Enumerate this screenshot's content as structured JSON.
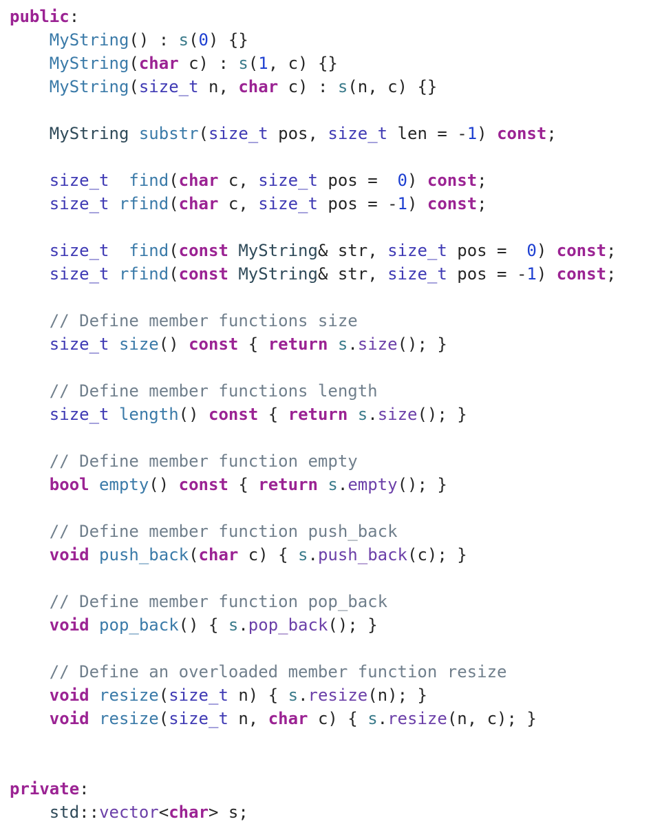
{
  "editor": {
    "colors": {
      "background": "#ffffff",
      "keyword": "#9b2393",
      "type": "#3f3ab4",
      "function_decl": "#3a7aa8",
      "function_call": "#6b3fa8",
      "member": "#3a7a8a",
      "class_name": "#2f4a59",
      "number": "#1d3fd1",
      "comment": "#707f8c",
      "plain": "#262626"
    },
    "lines": [
      {
        "tokens": [
          [
            "kw",
            "public"
          ],
          [
            "pl",
            ":"
          ]
        ]
      },
      {
        "tokens": [
          [
            "pl",
            "    "
          ],
          [
            "fn",
            "MyString"
          ],
          [
            "pl",
            "() : "
          ],
          [
            "mem",
            "s"
          ],
          [
            "pl",
            "("
          ],
          [
            "num",
            "0"
          ],
          [
            "pl",
            ") {}"
          ]
        ]
      },
      {
        "tokens": [
          [
            "pl",
            "    "
          ],
          [
            "fn",
            "MyString"
          ],
          [
            "pl",
            "("
          ],
          [
            "kw",
            "char"
          ],
          [
            "pl",
            " c) : "
          ],
          [
            "mem",
            "s"
          ],
          [
            "pl",
            "("
          ],
          [
            "num",
            "1"
          ],
          [
            "pl",
            ", c) {}"
          ]
        ]
      },
      {
        "tokens": [
          [
            "pl",
            "    "
          ],
          [
            "fn",
            "MyString"
          ],
          [
            "pl",
            "("
          ],
          [
            "ty",
            "size_t"
          ],
          [
            "pl",
            " n, "
          ],
          [
            "kw",
            "char"
          ],
          [
            "pl",
            " c) : "
          ],
          [
            "mem",
            "s"
          ],
          [
            "pl",
            "(n, c) {}"
          ]
        ]
      },
      {
        "tokens": []
      },
      {
        "tokens": [
          [
            "pl",
            "    "
          ],
          [
            "cls",
            "MyString"
          ],
          [
            "pl",
            " "
          ],
          [
            "fn",
            "substr"
          ],
          [
            "pl",
            "("
          ],
          [
            "ty",
            "size_t"
          ],
          [
            "pl",
            " pos, "
          ],
          [
            "ty",
            "size_t"
          ],
          [
            "pl",
            " len = -"
          ],
          [
            "num",
            "1"
          ],
          [
            "pl",
            ") "
          ],
          [
            "kw",
            "const"
          ],
          [
            "pl",
            ";"
          ]
        ]
      },
      {
        "tokens": []
      },
      {
        "tokens": [
          [
            "pl",
            "    "
          ],
          [
            "ty",
            "size_t"
          ],
          [
            "pl",
            "  "
          ],
          [
            "fn",
            "find"
          ],
          [
            "pl",
            "("
          ],
          [
            "kw",
            "char"
          ],
          [
            "pl",
            " c, "
          ],
          [
            "ty",
            "size_t"
          ],
          [
            "pl",
            " pos =  "
          ],
          [
            "num",
            "0"
          ],
          [
            "pl",
            ") "
          ],
          [
            "kw",
            "const"
          ],
          [
            "pl",
            ";"
          ]
        ]
      },
      {
        "tokens": [
          [
            "pl",
            "    "
          ],
          [
            "ty",
            "size_t"
          ],
          [
            "pl",
            " "
          ],
          [
            "fn",
            "rfind"
          ],
          [
            "pl",
            "("
          ],
          [
            "kw",
            "char"
          ],
          [
            "pl",
            " c, "
          ],
          [
            "ty",
            "size_t"
          ],
          [
            "pl",
            " pos = -"
          ],
          [
            "num",
            "1"
          ],
          [
            "pl",
            ") "
          ],
          [
            "kw",
            "const"
          ],
          [
            "pl",
            ";"
          ]
        ]
      },
      {
        "tokens": []
      },
      {
        "tokens": [
          [
            "pl",
            "    "
          ],
          [
            "ty",
            "size_t"
          ],
          [
            "pl",
            "  "
          ],
          [
            "fn",
            "find"
          ],
          [
            "pl",
            "("
          ],
          [
            "kw",
            "const"
          ],
          [
            "pl",
            " "
          ],
          [
            "cls",
            "MyString"
          ],
          [
            "pl",
            "& str, "
          ],
          [
            "ty",
            "size_t"
          ],
          [
            "pl",
            " pos =  "
          ],
          [
            "num",
            "0"
          ],
          [
            "pl",
            ") "
          ],
          [
            "kw",
            "const"
          ],
          [
            "pl",
            ";"
          ]
        ]
      },
      {
        "tokens": [
          [
            "pl",
            "    "
          ],
          [
            "ty",
            "size_t"
          ],
          [
            "pl",
            " "
          ],
          [
            "fn",
            "rfind"
          ],
          [
            "pl",
            "("
          ],
          [
            "kw",
            "const"
          ],
          [
            "pl",
            " "
          ],
          [
            "cls",
            "MyString"
          ],
          [
            "pl",
            "& str, "
          ],
          [
            "ty",
            "size_t"
          ],
          [
            "pl",
            " pos = -"
          ],
          [
            "num",
            "1"
          ],
          [
            "pl",
            ") "
          ],
          [
            "kw",
            "const"
          ],
          [
            "pl",
            ";"
          ]
        ]
      },
      {
        "tokens": []
      },
      {
        "tokens": [
          [
            "pl",
            "    "
          ],
          [
            "cmt",
            "// Define member functions size"
          ]
        ]
      },
      {
        "tokens": [
          [
            "pl",
            "    "
          ],
          [
            "ty",
            "size_t"
          ],
          [
            "pl",
            " "
          ],
          [
            "fn",
            "size"
          ],
          [
            "pl",
            "() "
          ],
          [
            "kw",
            "const"
          ],
          [
            "pl",
            " { "
          ],
          [
            "kw",
            "return"
          ],
          [
            "pl",
            " "
          ],
          [
            "mem",
            "s"
          ],
          [
            "pl",
            "."
          ],
          [
            "fc",
            "size"
          ],
          [
            "pl",
            "(); }"
          ]
        ]
      },
      {
        "tokens": []
      },
      {
        "tokens": [
          [
            "pl",
            "    "
          ],
          [
            "cmt",
            "// Define member functions length"
          ]
        ]
      },
      {
        "tokens": [
          [
            "pl",
            "    "
          ],
          [
            "ty",
            "size_t"
          ],
          [
            "pl",
            " "
          ],
          [
            "fn",
            "length"
          ],
          [
            "pl",
            "() "
          ],
          [
            "kw",
            "const"
          ],
          [
            "pl",
            " { "
          ],
          [
            "kw",
            "return"
          ],
          [
            "pl",
            " "
          ],
          [
            "mem",
            "s"
          ],
          [
            "pl",
            "."
          ],
          [
            "fc",
            "size"
          ],
          [
            "pl",
            "(); }"
          ]
        ]
      },
      {
        "tokens": []
      },
      {
        "tokens": [
          [
            "pl",
            "    "
          ],
          [
            "cmt",
            "// Define member function empty"
          ]
        ]
      },
      {
        "tokens": [
          [
            "pl",
            "    "
          ],
          [
            "kw",
            "bool"
          ],
          [
            "pl",
            " "
          ],
          [
            "fn",
            "empty"
          ],
          [
            "pl",
            "() "
          ],
          [
            "kw",
            "const"
          ],
          [
            "pl",
            " { "
          ],
          [
            "kw",
            "return"
          ],
          [
            "pl",
            " "
          ],
          [
            "mem",
            "s"
          ],
          [
            "pl",
            "."
          ],
          [
            "fc",
            "empty"
          ],
          [
            "pl",
            "(); }"
          ]
        ]
      },
      {
        "tokens": []
      },
      {
        "tokens": [
          [
            "pl",
            "    "
          ],
          [
            "cmt",
            "// Define member function push_back"
          ]
        ]
      },
      {
        "tokens": [
          [
            "pl",
            "    "
          ],
          [
            "kw",
            "void"
          ],
          [
            "pl",
            " "
          ],
          [
            "fn",
            "push_back"
          ],
          [
            "pl",
            "("
          ],
          [
            "kw",
            "char"
          ],
          [
            "pl",
            " c) { "
          ],
          [
            "mem",
            "s"
          ],
          [
            "pl",
            "."
          ],
          [
            "fc",
            "push_back"
          ],
          [
            "pl",
            "(c); }"
          ]
        ]
      },
      {
        "tokens": []
      },
      {
        "tokens": [
          [
            "pl",
            "    "
          ],
          [
            "cmt",
            "// Define member function pop_back"
          ]
        ]
      },
      {
        "tokens": [
          [
            "pl",
            "    "
          ],
          [
            "kw",
            "void"
          ],
          [
            "pl",
            " "
          ],
          [
            "fn",
            "pop_back"
          ],
          [
            "pl",
            "() { "
          ],
          [
            "mem",
            "s"
          ],
          [
            "pl",
            "."
          ],
          [
            "fc",
            "pop_back"
          ],
          [
            "pl",
            "(); }"
          ]
        ]
      },
      {
        "tokens": []
      },
      {
        "tokens": [
          [
            "pl",
            "    "
          ],
          [
            "cmt",
            "// Define an overloaded member function resize"
          ]
        ]
      },
      {
        "tokens": [
          [
            "pl",
            "    "
          ],
          [
            "kw",
            "void"
          ],
          [
            "pl",
            " "
          ],
          [
            "fn",
            "resize"
          ],
          [
            "pl",
            "("
          ],
          [
            "ty",
            "size_t"
          ],
          [
            "pl",
            " n) { "
          ],
          [
            "mem",
            "s"
          ],
          [
            "pl",
            "."
          ],
          [
            "fc",
            "resize"
          ],
          [
            "pl",
            "(n); }"
          ]
        ]
      },
      {
        "tokens": [
          [
            "pl",
            "    "
          ],
          [
            "kw",
            "void"
          ],
          [
            "pl",
            " "
          ],
          [
            "fn",
            "resize"
          ],
          [
            "pl",
            "("
          ],
          [
            "ty",
            "size_t"
          ],
          [
            "pl",
            " n, "
          ],
          [
            "kw",
            "char"
          ],
          [
            "pl",
            " c) { "
          ],
          [
            "mem",
            "s"
          ],
          [
            "pl",
            "."
          ],
          [
            "fc",
            "resize"
          ],
          [
            "pl",
            "(n, c); }"
          ]
        ]
      },
      {
        "tokens": []
      },
      {
        "tokens": []
      },
      {
        "tokens": [
          [
            "kw",
            "private"
          ],
          [
            "pl",
            ":"
          ]
        ]
      },
      {
        "tokens": [
          [
            "pl",
            "    "
          ],
          [
            "ns",
            "std"
          ],
          [
            "pl",
            "::"
          ],
          [
            "fc",
            "vector"
          ],
          [
            "pl",
            "<"
          ],
          [
            "kw",
            "char"
          ],
          [
            "pl",
            "> s;"
          ]
        ]
      }
    ]
  }
}
